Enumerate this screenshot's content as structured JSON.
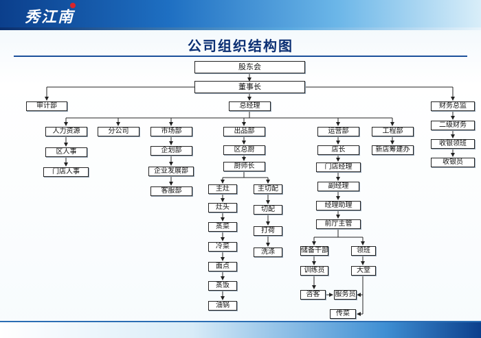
{
  "brand": {
    "logo_text": "秀江南"
  },
  "title": "公司组织结构图",
  "nodes": {
    "gudonghui": "股东会",
    "dongshizhang": "董事长",
    "shenjibu": "审计部",
    "zongjingli": "总经理",
    "caiwuzongjian": "财务总监",
    "renliziyuan": "人力资源",
    "fengongsi": "分公司",
    "shichangbu": "市场部",
    "chupinbu": "出品部",
    "yunyingbu": "运营部",
    "gongchengbu": "工程部",
    "erjicaiwu": "二级财务",
    "quyurenshi": "区人事",
    "mendianrenshi": "门店人事",
    "qihuabu": "企划部",
    "qiyefazhanbu": "企业发展部",
    "kefubu": "客服部",
    "quzongchu": "区总厨",
    "chushizhang": "厨师长",
    "zhuzao": "主灶",
    "zaotou": "灶头",
    "zhengcai": "蒸菜",
    "lengcai": "冷菜",
    "miandian": "面点",
    "zhengfan": "蒸饭",
    "youguo": "油锅",
    "zhuqiepei": "主切配",
    "qiepei": "切配",
    "dahe": "打荷",
    "xidi": "洗涤",
    "dianzhang": "店长",
    "mendianjingli": "门店经理",
    "fujingli": "副经理",
    "jinglizhuli": "经理助理",
    "qiantingzhuguan": "前厅主管",
    "chubeiganbu": "储备干部",
    "lingban": "领班",
    "xunlianyuan": "训练员",
    "datang": "大堂",
    "zike": "咨客",
    "fuwuyuan": "服务员",
    "chuancai": "传菜",
    "xindianchoujianban": "新店筹建办",
    "shouyinlingban": "收银领班",
    "shouyinyuan": "收银员"
  },
  "colors": {
    "band_dark": "#0b3f8c",
    "title": "#0b2f73",
    "line": "#222222"
  }
}
